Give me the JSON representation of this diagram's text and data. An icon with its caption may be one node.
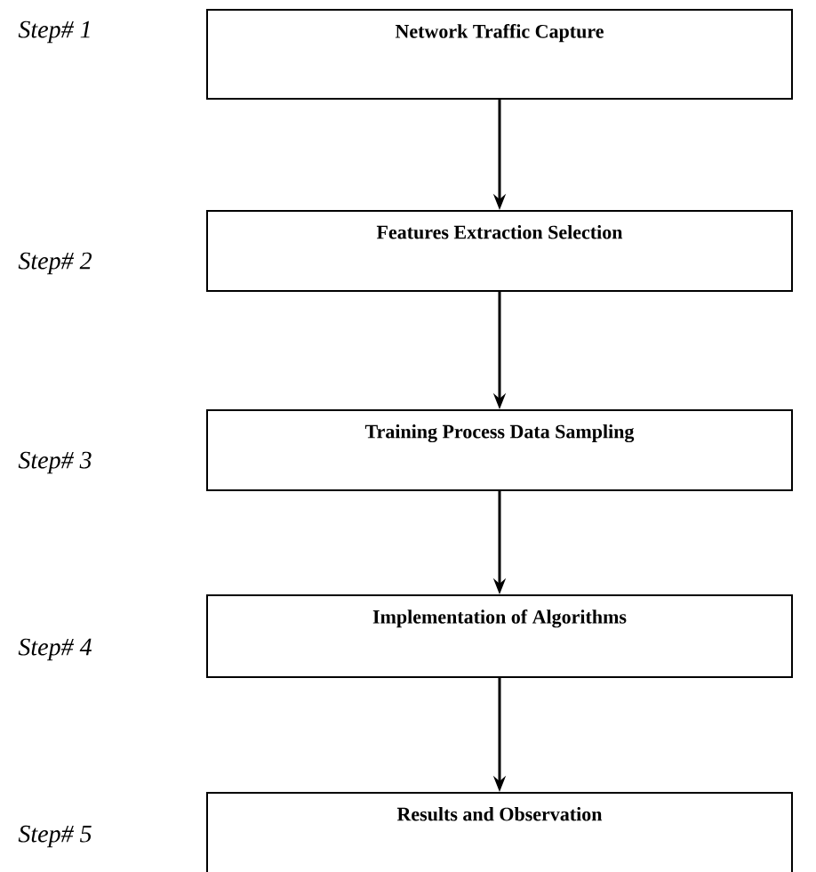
{
  "diagram": {
    "nodes": [
      {
        "text": [
          "Network Traffic Capture"
        ]
      },
      {
        "text": [
          "Features Extraction Selection"
        ]
      },
      {
        "text": [
          "Training Process Data Sampling"
        ]
      },
      {
        "text": [
          "Implementation of Algorithms"
        ]
      },
      {
        "text": [
          "Results and Observation"
        ]
      }
    ],
    "edges": [
      {
        "from": 0,
        "to": 1,
        "arrow": "to"
      },
      {
        "from": 1,
        "to": 2,
        "arrow": "to"
      },
      {
        "from": 2,
        "to": 3,
        "arrow": "to"
      },
      {
        "from": 3,
        "to": 4,
        "arrow": "to"
      }
    ],
    "labels": [
      "Step# 1",
      "Step# 2",
      "Step# 3",
      "Step# 4",
      "Step# 5"
    ]
  }
}
